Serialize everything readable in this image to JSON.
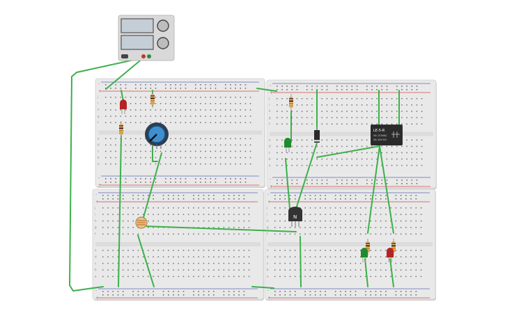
{
  "colors": {
    "board": "#e9e9e9",
    "board_shadow": "#cfcfcf",
    "hole": "#6f6f6f",
    "rail_red": "#d14a4a",
    "rail_blue": "#5a6bb5",
    "wire": "#3cb04a",
    "led_red": "#b42424",
    "led_green": "#1f8a2e",
    "relay": "#2b2b2b",
    "pot": "#3f8fd0",
    "supply": "#d9d9d9"
  },
  "breadboard": {
    "row_letters_top": [
      "j",
      "i",
      "h",
      "g",
      "f"
    ],
    "row_letters_bottom": [
      "e",
      "d",
      "c",
      "b",
      "a"
    ],
    "rail_plus": "+",
    "rail_minus": "-"
  },
  "transistor": {
    "label": "N"
  },
  "relay": {
    "text_lines": [
      "LE-5-R",
      "5A 125VAC",
      "5A 24V DC"
    ]
  },
  "icons": {
    "power_supply": "power-supply-icon",
    "potentiometer": "potentiometer-icon",
    "photoresistor": "photoresistor-icon",
    "diode": "diode-icon"
  }
}
